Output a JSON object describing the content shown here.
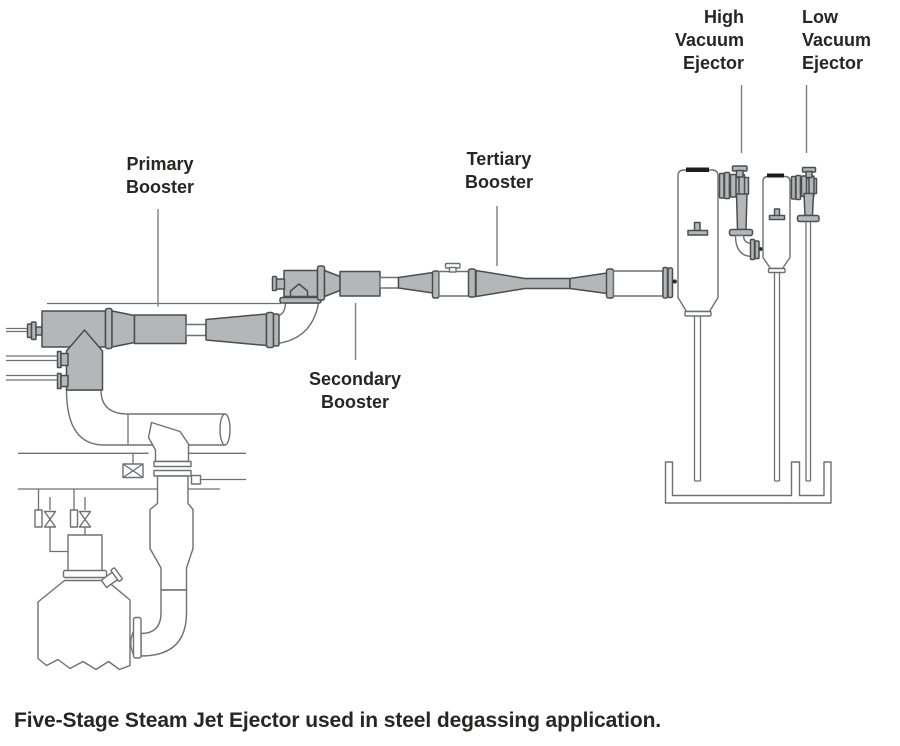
{
  "labels": {
    "primary_booster": {
      "lines": [
        "Primary",
        "Booster"
      ]
    },
    "secondary_booster": {
      "lines": [
        "Secondary",
        "Booster"
      ]
    },
    "tertiary_booster": {
      "lines": [
        "Tertiary",
        "Booster"
      ]
    },
    "high_vacuum_ejector": {
      "lines": [
        "High",
        "Vacuum",
        "Ejector"
      ]
    },
    "low_vacuum_ejector": {
      "lines": [
        "Low",
        "Vacuum",
        "Ejector"
      ]
    }
  },
  "caption": "Five-Stage Steam Jet Ejector used in steel degassing application.",
  "colors": {
    "equipment_gray": "#b4b6b8",
    "outline_dark": "#4c4d4f",
    "outline_mid": "#6f7072",
    "leader_gray": "#7d7e80",
    "text": "#272625",
    "cap_black": "#1c1c1c",
    "background": "#ffffff"
  }
}
